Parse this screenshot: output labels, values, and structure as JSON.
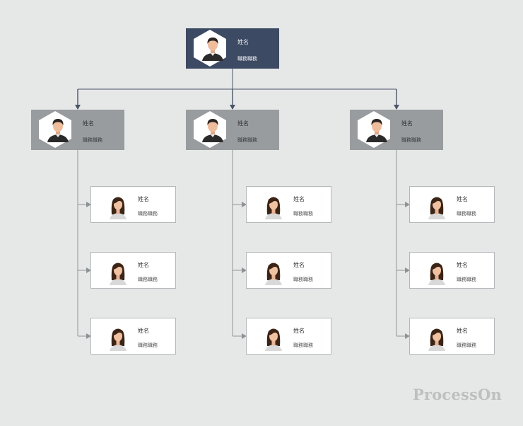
{
  "chart": {
    "root": {
      "name": "姓名",
      "role": "職務職務"
    },
    "managers": [
      {
        "name": "姓名",
        "role": "職務職務",
        "reports": [
          {
            "name": "姓名",
            "role": "職務職務"
          },
          {
            "name": "姓名",
            "role": "職務職務"
          },
          {
            "name": "姓名",
            "role": "職務職務"
          }
        ]
      },
      {
        "name": "姓名",
        "role": "職務職務",
        "reports": [
          {
            "name": "姓名",
            "role": "職務職務"
          },
          {
            "name": "姓名",
            "role": "職務職務"
          },
          {
            "name": "姓名",
            "role": "職務職務"
          }
        ]
      },
      {
        "name": "姓名",
        "role": "職務職務",
        "reports": [
          {
            "name": "姓名",
            "role": "職務職務"
          },
          {
            "name": "姓名",
            "role": "職務職務"
          },
          {
            "name": "姓名",
            "role": "職務職務"
          }
        ]
      }
    ]
  },
  "avatars": {
    "root": "male-avatar-icon",
    "manager": "male-avatar-icon",
    "employee": "female-avatar-icon"
  },
  "colors": {
    "root_fill": "#3d4a63",
    "manager_fill": "#999c9f",
    "employee_fill": "#ffffff",
    "connector": "#4a5568",
    "connector_light": "#8f9396",
    "background": "#e6e8e7"
  },
  "watermark": "ProcessOn"
}
